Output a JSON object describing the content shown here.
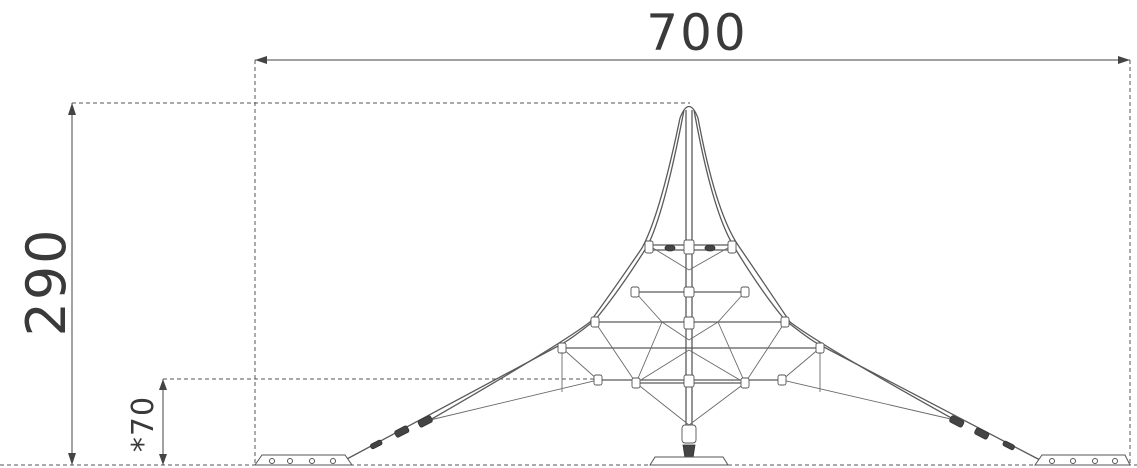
{
  "drawing": {
    "width_dimension": "700",
    "height_dimension": "290",
    "clearance_dimension": "*70"
  }
}
